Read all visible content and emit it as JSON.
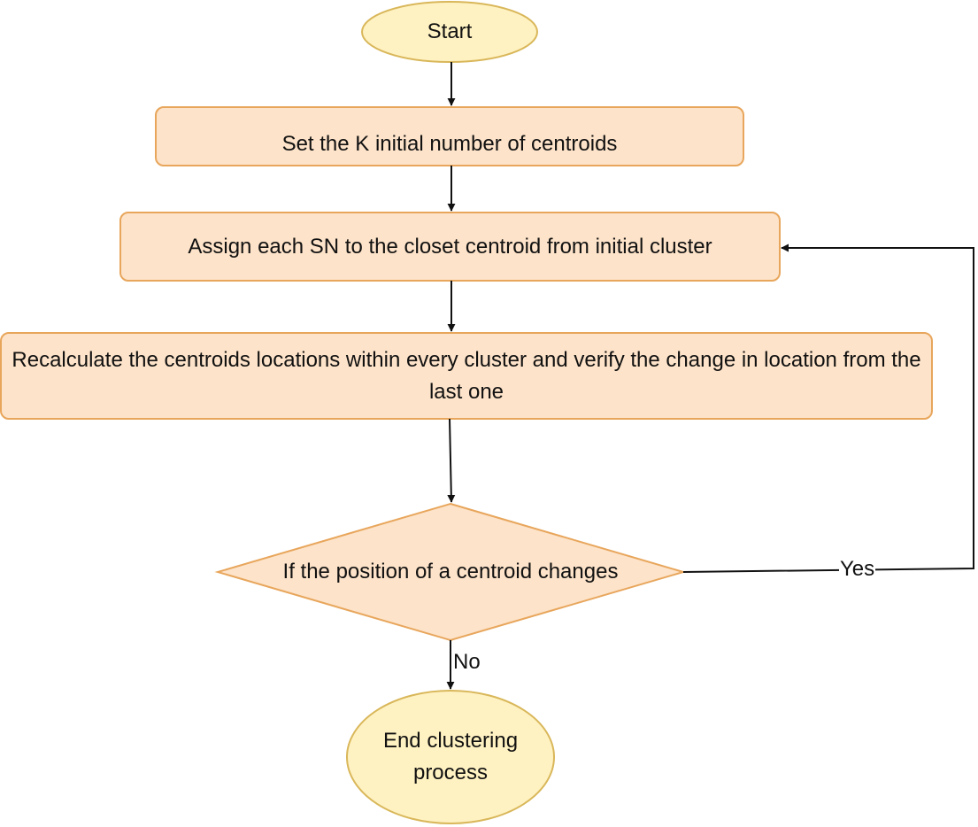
{
  "colors": {
    "process_fill": "#fde3c9",
    "process_stroke": "#e8a65c",
    "terminal_fill": "#fff2c2",
    "terminal_stroke": "#d9b75a",
    "decision_fill": "#fde3c9",
    "decision_stroke": "#e8a65c",
    "edge": "#111111"
  },
  "nodes": {
    "start": {
      "label": "Start",
      "shape": "ellipse"
    },
    "set_centroids": {
      "label": "Set the K initial number of centroids",
      "shape": "rounded-rectangle"
    },
    "assign": {
      "label": "Assign each SN to the closet centroid from initial cluster",
      "shape": "rounded-rectangle"
    },
    "recalculate": {
      "label": "Recalculate the centroids locations within every cluster and verify the change in location from the last one",
      "shape": "rounded-rectangle"
    },
    "decision": {
      "label": "If the position of a centroid changes",
      "shape": "diamond"
    },
    "end": {
      "label": "End clustering process",
      "shape": "ellipse"
    }
  },
  "edges": {
    "start_to_set": {
      "from": "start",
      "to": "set_centroids",
      "label": ""
    },
    "set_to_assign": {
      "from": "set_centroids",
      "to": "assign",
      "label": ""
    },
    "assign_to_recalculate": {
      "from": "assign",
      "to": "recalculate",
      "label": ""
    },
    "recalculate_to_decision": {
      "from": "recalculate",
      "to": "decision",
      "label": ""
    },
    "decision_yes": {
      "from": "decision",
      "to": "assign",
      "label": "Yes"
    },
    "decision_no": {
      "from": "decision",
      "to": "end",
      "label": "No"
    }
  }
}
